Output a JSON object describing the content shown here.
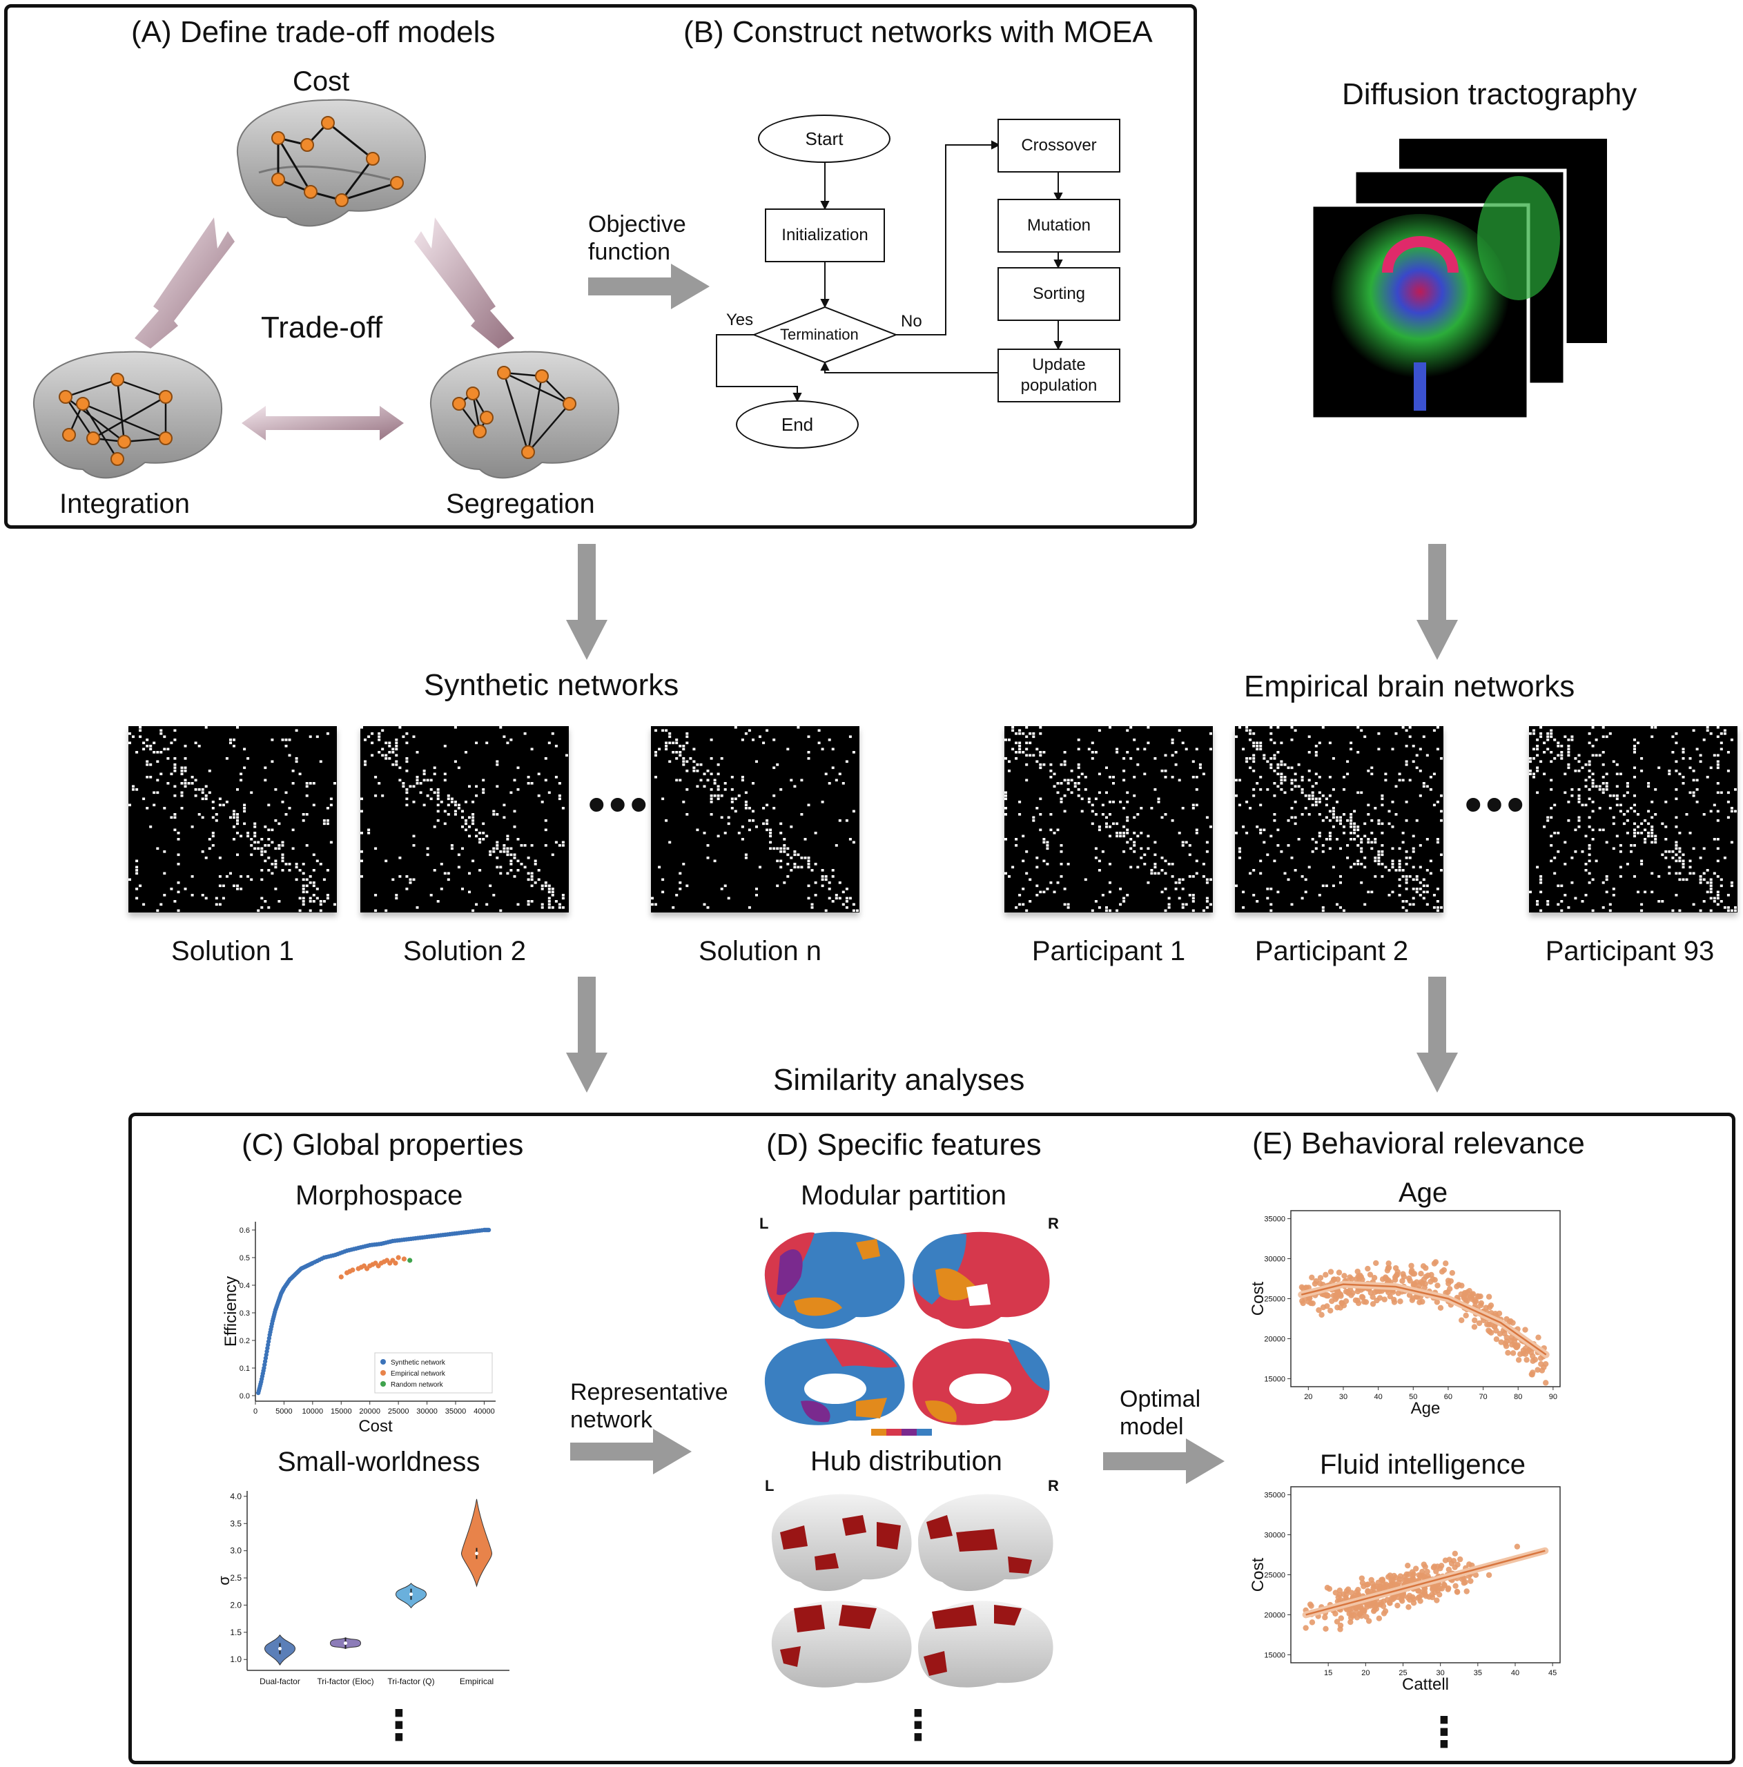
{
  "panel_a": {
    "title": "(A) Define trade-off models",
    "cost": "Cost",
    "tradeoff": "Trade-off",
    "integration": "Integration",
    "segregation": "Segregation"
  },
  "panel_b": {
    "title": "(B) Construct networks with MOEA",
    "objective": "Objective",
    "function": "function",
    "start": "Start",
    "init": "Initialization",
    "termination": "Termination",
    "yes": "Yes",
    "no": "No",
    "end": "End",
    "crossover": "Crossover",
    "mutation": "Mutation",
    "sorting": "Sorting",
    "update1": "Update",
    "update2": "population"
  },
  "diffusion": {
    "title": "Diffusion tractography"
  },
  "synthetic": {
    "title": "Synthetic networks",
    "labels": [
      "Solution 1",
      "Solution 2",
      "Solution n"
    ]
  },
  "empirical": {
    "title": "Empirical brain networks",
    "labels": [
      "Participant 1",
      "Participant 2",
      "Participant 93"
    ]
  },
  "similarity": {
    "title": "Similarity analyses"
  },
  "panel_c": {
    "title": "(C) Global properties",
    "morphospace": "Morphospace",
    "smallworld": "Small-worldness",
    "representative1": "Representative",
    "representative2": "network"
  },
  "panel_d": {
    "title": "(D) Specific features",
    "modular": "Modular partition",
    "hub": "Hub distribution",
    "L": "L",
    "R": "R",
    "optimal1": "Optimal",
    "optimal2": "model"
  },
  "panel_e": {
    "title": "(E) Behavioral relevance",
    "age_title": "Age",
    "fluid_title": "Fluid intelligence"
  },
  "colors": {
    "synthetic": "#3b73b9",
    "empirical": "#e8834a",
    "random": "#3fa34d",
    "scatter": "#e69a6a",
    "node": "#f08a2c",
    "arrow": "#9a9a9a",
    "module_blue": "#3a7fc1",
    "module_red": "#d6384c",
    "module_orange": "#e28a1c",
    "module_purple": "#7a2a8e",
    "hub": "#9a1515"
  },
  "chart_data": [
    {
      "type": "scatter",
      "title": "Morphospace",
      "xlabel": "Cost",
      "ylabel": "Efficiency",
      "xlim": [
        0,
        42000
      ],
      "ylim": [
        -0.02,
        0.63
      ],
      "xticks": [
        "0",
        "5000",
        "10000",
        "15000",
        "20000",
        "25000",
        "30000",
        "35000",
        "40000"
      ],
      "yticks": [
        "0.0",
        "0.1",
        "0.2",
        "0.3",
        "0.4",
        "0.5",
        "0.6"
      ],
      "legend": [
        "Synthetic network",
        "Empirical network",
        "Random network"
      ],
      "legend_position": "bottom-right",
      "series": [
        {
          "name": "Synthetic network",
          "x": [
            500,
            1000,
            1500,
            2000,
            2500,
            3000,
            3500,
            4000,
            4500,
            5000,
            6000,
            7000,
            8000,
            9000,
            10000,
            12000,
            14000,
            16000,
            18000,
            20000,
            22000,
            24000,
            26000,
            28000,
            30000,
            32000,
            34000,
            36000,
            38000,
            40000,
            41000
          ],
          "y": [
            0.01,
            0.05,
            0.1,
            0.16,
            0.22,
            0.27,
            0.31,
            0.34,
            0.37,
            0.39,
            0.42,
            0.44,
            0.46,
            0.47,
            0.48,
            0.5,
            0.51,
            0.525,
            0.535,
            0.545,
            0.55,
            0.56,
            0.565,
            0.57,
            0.575,
            0.58,
            0.585,
            0.59,
            0.595,
            0.6,
            0.6
          ]
        },
        {
          "name": "Empirical network",
          "x": [
            15000,
            16000,
            17000,
            18000,
            19000,
            20000,
            21000,
            22000,
            23000,
            24000,
            25000,
            26000,
            16500,
            18500,
            20500,
            22500,
            24500,
            19500,
            21500,
            23500
          ],
          "y": [
            0.43,
            0.445,
            0.455,
            0.46,
            0.47,
            0.47,
            0.48,
            0.48,
            0.49,
            0.49,
            0.5,
            0.495,
            0.45,
            0.465,
            0.475,
            0.485,
            0.48,
            0.46,
            0.47,
            0.48
          ]
        },
        {
          "name": "Random network",
          "x": [
            27000
          ],
          "y": [
            0.49
          ]
        }
      ]
    },
    {
      "type": "violin",
      "title": "Small-worldness",
      "ylabel": "σ",
      "categories": [
        "Dual-factor",
        "Tri-factor (Eloc)",
        "Tri-factor (Q)",
        "Empirical"
      ],
      "yticks": [
        "1.0",
        "1.5",
        "2.0",
        "2.5",
        "3.0",
        "3.5",
        "4.0"
      ],
      "ylim": [
        0.8,
        4.1
      ],
      "values": [
        1.2,
        1.3,
        2.2,
        2.95
      ],
      "ranges": [
        [
          0.9,
          1.45
        ],
        [
          1.2,
          1.4
        ],
        [
          1.95,
          2.4
        ],
        [
          2.35,
          3.95
        ]
      ]
    },
    {
      "type": "scatter",
      "title": "Age",
      "xlabel": "Age",
      "ylabel": "Cost",
      "xlim": [
        15,
        92
      ],
      "ylim": [
        14000,
        36000
      ],
      "xticks": [
        "20",
        "30",
        "40",
        "50",
        "60",
        "70",
        "80",
        "90"
      ],
      "yticks": [
        "15000",
        "20000",
        "25000",
        "30000",
        "35000"
      ],
      "trend": [
        [
          18,
          25500
        ],
        [
          30,
          26800
        ],
        [
          45,
          26500
        ],
        [
          60,
          25000
        ],
        [
          75,
          22000
        ],
        [
          88,
          18000
        ]
      ]
    },
    {
      "type": "scatter",
      "title": "Fluid intelligence",
      "xlabel": "Cattell",
      "ylabel": "Cost",
      "xlim": [
        10,
        46
      ],
      "ylim": [
        14000,
        36000
      ],
      "xticks": [
        "15",
        "20",
        "25",
        "30",
        "35",
        "40",
        "45"
      ],
      "yticks": [
        "15000",
        "20000",
        "25000",
        "30000",
        "35000"
      ],
      "trend": [
        [
          12,
          20000
        ],
        [
          44,
          28000
        ]
      ]
    }
  ]
}
